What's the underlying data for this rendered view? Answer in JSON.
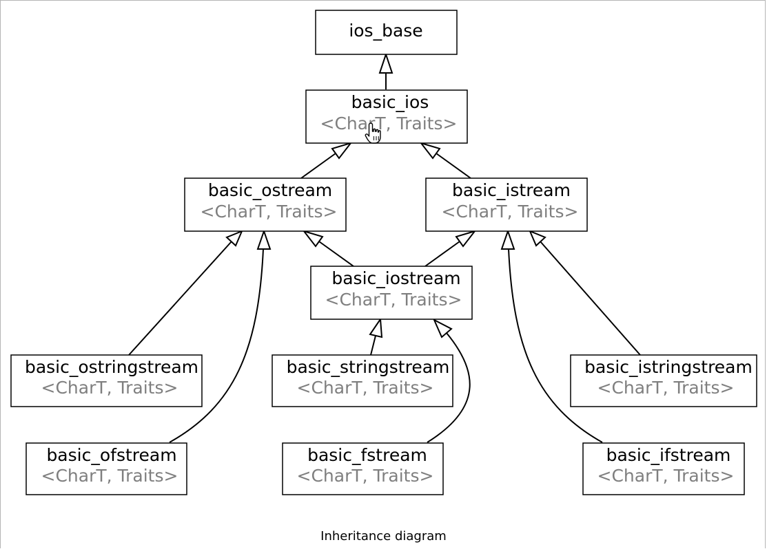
{
  "caption": "Inheritance diagram",
  "nodes": {
    "ios_base": {
      "name": "ios_base"
    },
    "basic_ios": {
      "name": "basic_ios",
      "params": "<CharT, Traits>"
    },
    "basic_ostream": {
      "name": "basic_ostream",
      "params": "<CharT, Traits>"
    },
    "basic_istream": {
      "name": "basic_istream",
      "params": "<CharT, Traits>"
    },
    "basic_iostream": {
      "name": "basic_iostream",
      "params": "<CharT, Traits>"
    },
    "basic_ostringstream": {
      "name": "basic_ostringstream",
      "params": "<CharT, Traits>"
    },
    "basic_stringstream": {
      "name": "basic_stringstream",
      "params": "<CharT, Traits>"
    },
    "basic_istringstream": {
      "name": "basic_istringstream",
      "params": "<CharT, Traits>"
    },
    "basic_ofstream": {
      "name": "basic_ofstream",
      "params": "<CharT, Traits>"
    },
    "basic_fstream": {
      "name": "basic_fstream",
      "params": "<CharT, Traits>"
    },
    "basic_ifstream": {
      "name": "basic_ifstream",
      "params": "<CharT, Traits>"
    }
  },
  "edges": [
    {
      "from": "basic_ios",
      "to": "ios_base"
    },
    {
      "from": "basic_ostream",
      "to": "basic_ios"
    },
    {
      "from": "basic_istream",
      "to": "basic_ios"
    },
    {
      "from": "basic_iostream",
      "to": "basic_ostream"
    },
    {
      "from": "basic_iostream",
      "to": "basic_istream"
    },
    {
      "from": "basic_ostringstream",
      "to": "basic_ostream"
    },
    {
      "from": "basic_ofstream",
      "to": "basic_ostream"
    },
    {
      "from": "basic_stringstream",
      "to": "basic_iostream"
    },
    {
      "from": "basic_fstream",
      "to": "basic_iostream"
    },
    {
      "from": "basic_istringstream",
      "to": "basic_istream"
    },
    {
      "from": "basic_ifstream",
      "to": "basic_istream"
    }
  ],
  "cursor_icon": "hand-pointer-icon"
}
